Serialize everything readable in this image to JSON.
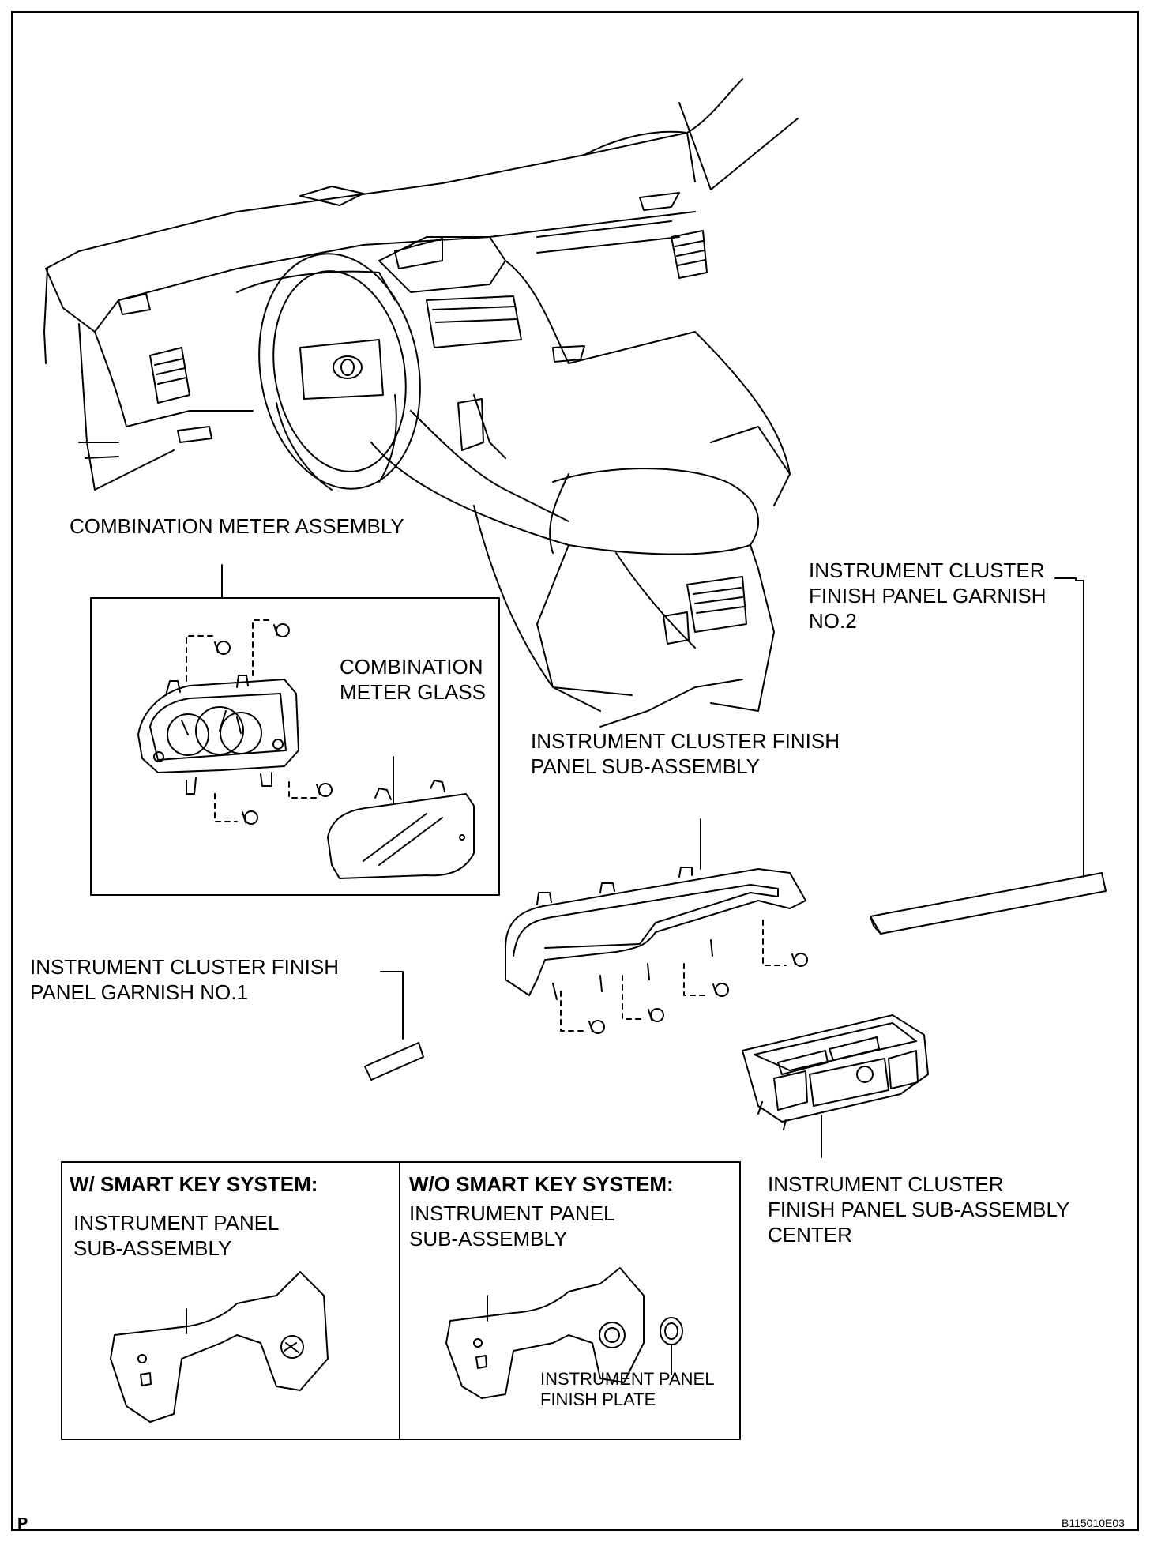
{
  "labels": {
    "combination_meter_assembly": "COMBINATION METER ASSEMBLY",
    "combination_meter_glass": "COMBINATION\nMETER GLASS",
    "garnish_no2": "INSTRUMENT CLUSTER\nFINISH PANEL GARNISH\nNO.2",
    "finish_panel_sub_assembly": "INSTRUMENT CLUSTER FINISH\nPANEL SUB-ASSEMBLY",
    "garnish_no1": "INSTRUMENT CLUSTER FINISH\nPANEL GARNISH NO.1",
    "finish_panel_center": "INSTRUMENT CLUSTER\nFINISH PANEL SUB-ASSEMBLY\nCENTER",
    "w_smart_key_title": "W/ SMART KEY SYSTEM:",
    "w_smart_key_part": "INSTRUMENT PANEL\nSUB-ASSEMBLY",
    "wo_smart_key_title": "W/O SMART KEY SYSTEM:",
    "wo_smart_key_part": "INSTRUMENT PANEL\nSUB-ASSEMBLY",
    "finish_plate": "INSTRUMENT PANEL\nFINISH PLATE"
  },
  "corner_letter": "P",
  "figure_code": "B115010E03"
}
